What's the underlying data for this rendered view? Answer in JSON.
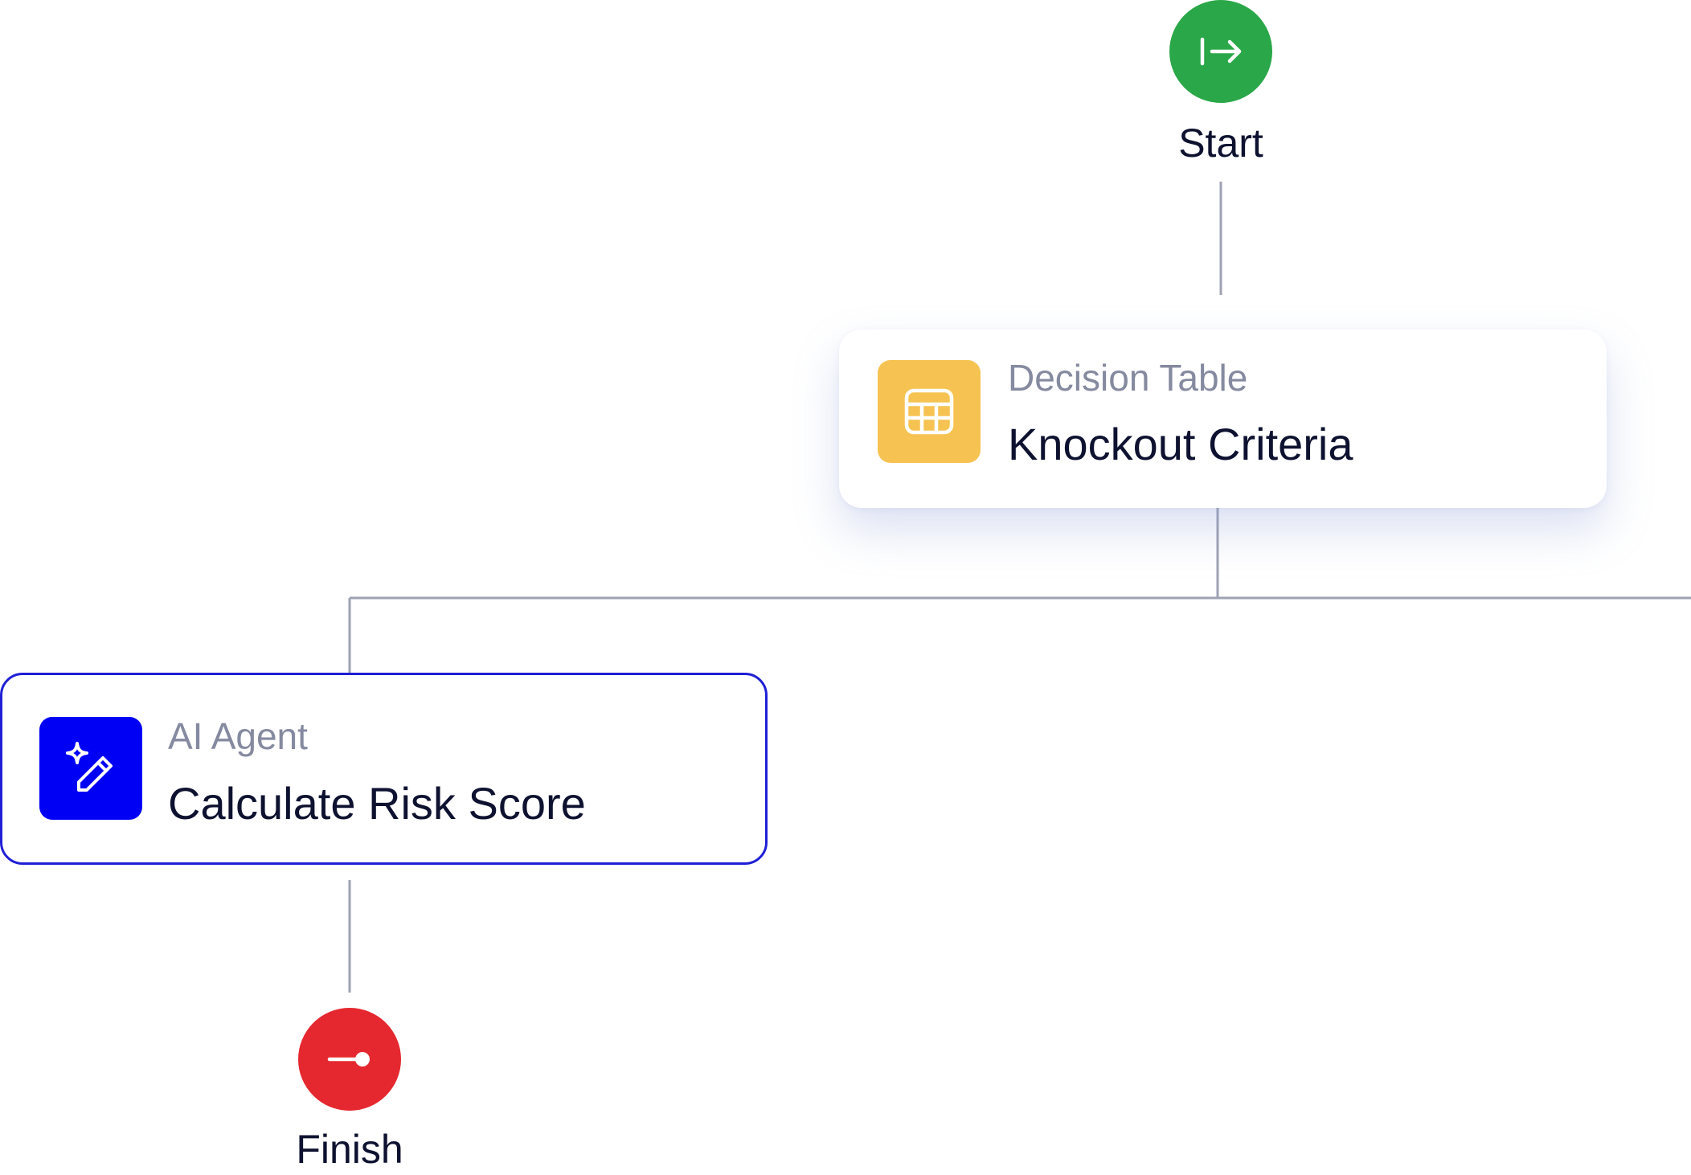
{
  "nodes": {
    "start": {
      "label": "Start",
      "color": "#2aa748",
      "icon": "arrow-right-to-line-icon"
    },
    "decision_table": {
      "type_label": "Decision Table",
      "title": "Knockout Criteria",
      "icon": "table-grid-icon",
      "icon_color": "#f6c352"
    },
    "ai_agent": {
      "type_label": "AI Agent",
      "title": "Calculate Risk Score",
      "icon": "sparkle-pencil-icon",
      "icon_color": "#0000f5",
      "selected": true
    },
    "finish": {
      "label": "Finish",
      "color": "#e5282f",
      "icon": "line-end-dot-icon"
    }
  },
  "colors": {
    "connector": "#9ea2b3",
    "selected_border": "#1f1fd6",
    "text_primary": "#0e1230",
    "text_secondary": "#858aa0"
  }
}
